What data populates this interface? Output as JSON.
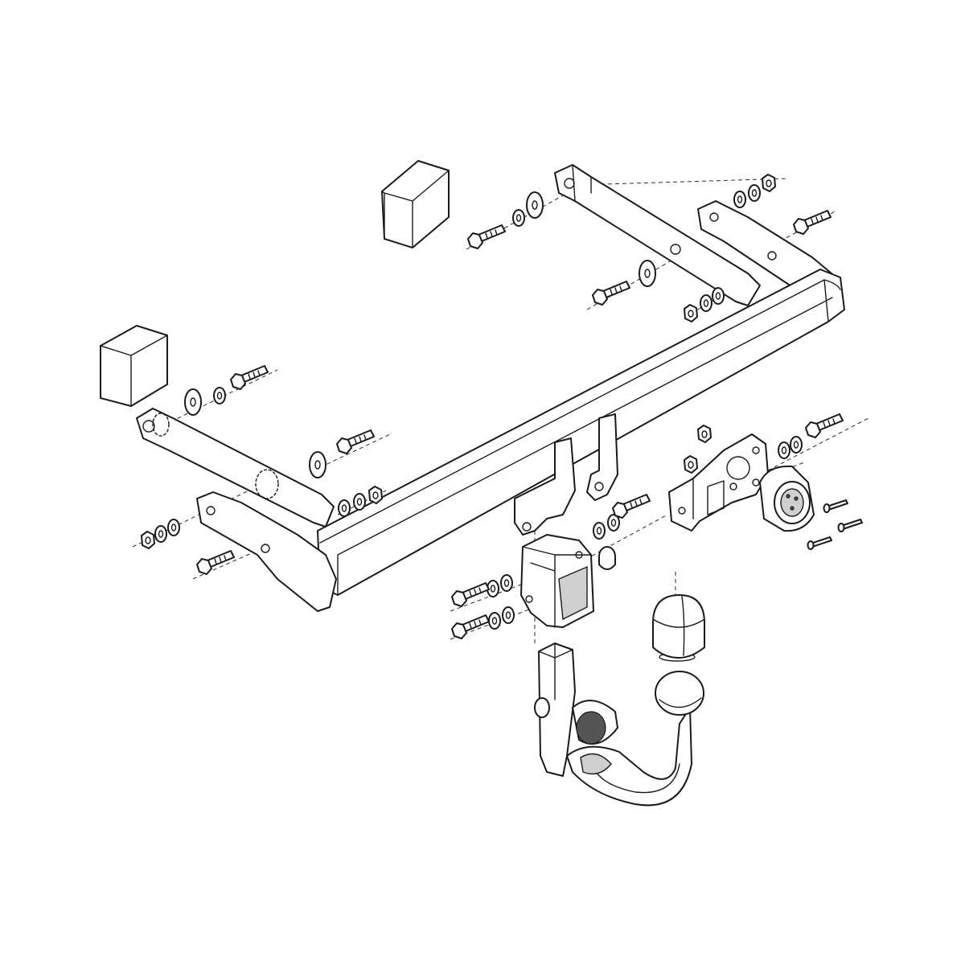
{
  "diagram": {
    "colors": {
      "line": "#1a1a1a",
      "paper": "#ffffff",
      "shade": "#cfcfcf"
    },
    "parts": [
      "rubber-block",
      "crossbar",
      "side-bracket",
      "mounting-plate",
      "hex-bolt",
      "washer",
      "nut",
      "spacer",
      "receiver-socket",
      "tow-ball-neck",
      "ball-cap",
      "socket-bracket",
      "electrical-socket",
      "small-screw"
    ]
  }
}
